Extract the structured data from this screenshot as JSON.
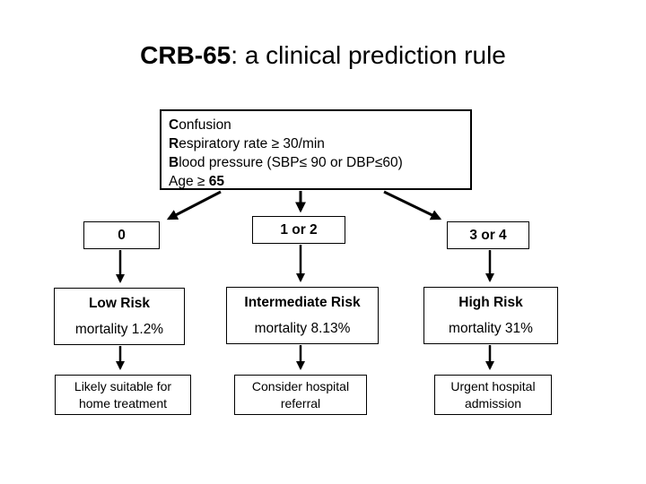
{
  "title": {
    "bold": "CRB-65",
    "rest": ": a clinical prediction rule"
  },
  "criteria_box": {
    "lines": [
      {
        "b1": "C",
        "mid": "onfusion",
        "b2": ""
      },
      {
        "b1": "R",
        "mid": "espiratory rate ≥ 30/min",
        "b2": ""
      },
      {
        "b1": "B",
        "mid": "lood pressure (SBP≤ 90 or DBP≤60)",
        "b2": ""
      },
      {
        "b1": "",
        "mid": "Age ≥ ",
        "b2": "65"
      }
    ]
  },
  "columns": [
    {
      "score": "0",
      "risk": "Low Risk",
      "mortality": "mortality 1.2%",
      "action": [
        "Likely suitable for",
        "home treatment"
      ]
    },
    {
      "score": "1 or 2",
      "risk": "Intermediate Risk",
      "mortality": "mortality 8.13%",
      "action": [
        "Consider hospital",
        "referral"
      ]
    },
    {
      "score": "3 or 4",
      "risk": "High Risk",
      "mortality": "mortality 31%",
      "action": [
        "Urgent hospital",
        "admission"
      ]
    }
  ],
  "colors": {
    "background": "#ffffff",
    "text": "#000000",
    "border": "#000000",
    "arrow": "#000000"
  }
}
